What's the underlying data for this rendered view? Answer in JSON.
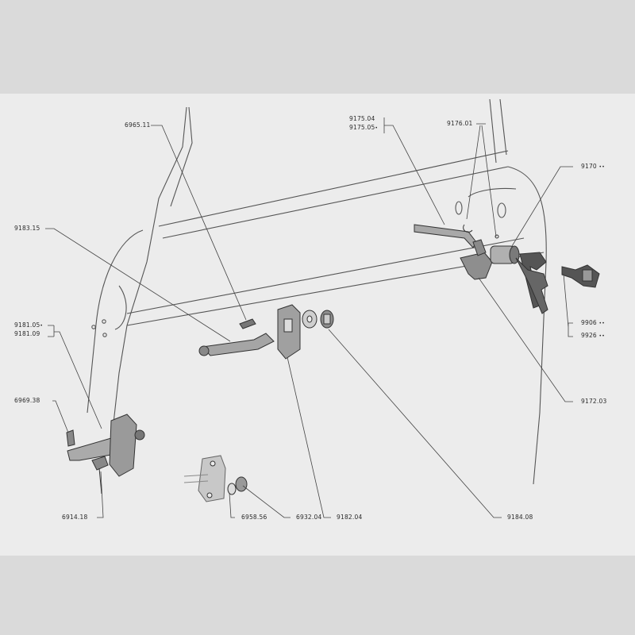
{
  "parts": {
    "p6965_11": "6965.11",
    "p9175_04": "9175.04",
    "p9175_05": "9175.05",
    "p9176_01": "9176.01",
    "p9170": "9170",
    "p9183_15": "9183.15",
    "p9181_05": "9181.05",
    "p9181_09": "9181.09",
    "p6969_38": "6969.38",
    "p9906": "9906",
    "p9926": "9926",
    "p9172_03": "9172.03",
    "p6914_18": "6914.18",
    "p6958_56": "6958.56",
    "p6932_04": "6932.04",
    "p9182_04": "9182.04",
    "p9184_08": "9184.08"
  },
  "marks": {
    "dot": "•",
    "double_dot": "••"
  }
}
